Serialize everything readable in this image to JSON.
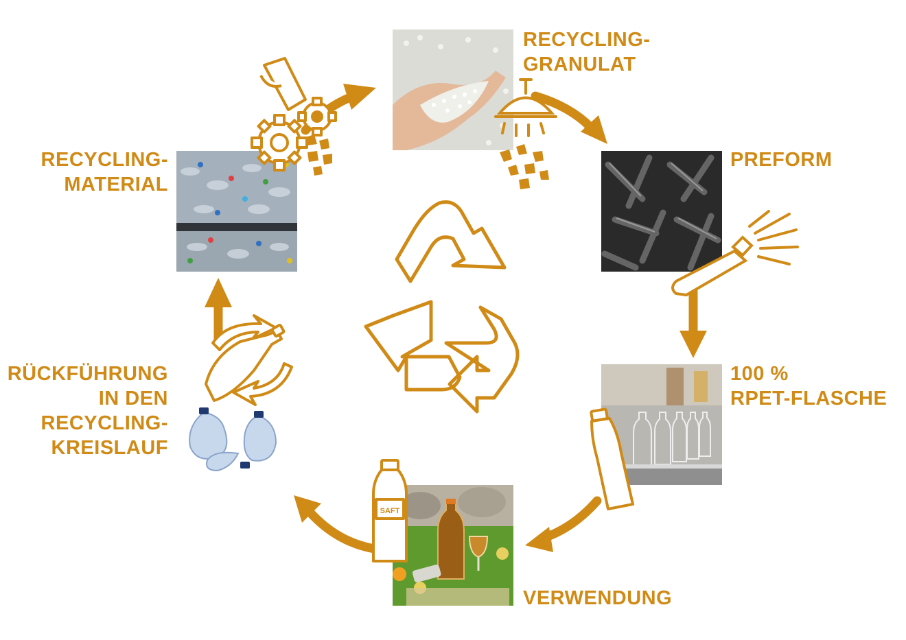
{
  "colors": {
    "accent": "#D08A16",
    "background": "#FFFFFF"
  },
  "steps": {
    "granulat": {
      "label": "RECYCLING-\nGRANULAT",
      "image": "hand-holding-plastic-pellets",
      "icon": "shower-icon"
    },
    "preform": {
      "label": "PREFORM",
      "image": "pile-of-pet-preforms",
      "icon": "heated-preform-icon"
    },
    "flasche": {
      "label": "100 %\nRPET-FLASCHE",
      "image": "bottles-on-conveyor",
      "icon": "bottle-icon"
    },
    "verwendung": {
      "label": "VERWENDUNG",
      "image": "juice-bottle-picnic",
      "icon": "juice-bottle-icon",
      "bottle_label": "SAFT"
    },
    "rueckfuehrung": {
      "label": "RÜCKFÜHRUNG\nIN DEN\nRECYCLING-\nKREISLAUF",
      "image": "crushed-bottles",
      "icon": "bottle-return-icon"
    },
    "material": {
      "label": "RECYCLING-\nMATERIAL",
      "image": "baled-plastic-bottles",
      "icon": "shredder-gears-icon"
    }
  },
  "center": {
    "icon": "recycling-symbol-icon"
  }
}
